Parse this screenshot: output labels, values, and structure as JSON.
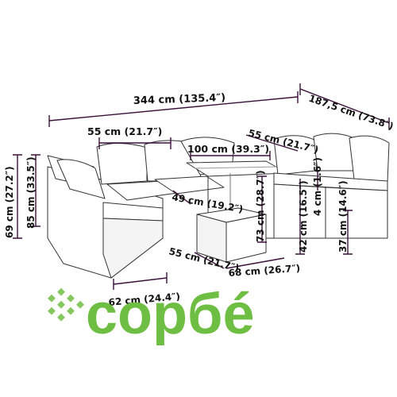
{
  "dimensions": {
    "total_width": "344 cm (135.4″)",
    "depth_right": "187,5 cm (73.8″)",
    "seat_width_left": "55 cm (21.7″)",
    "seat_width_right": "55 cm (21.7″)",
    "table_length": "100 cm (39.3″)",
    "table_width": "49 cm (19.2″)",
    "table_height": "73 cm (28.7″)",
    "armrest_thickness": "4 cm (1.6″)",
    "backrest_height": "69 cm (27.2″)",
    "total_height": "85 cm (33.5″)",
    "seat_height_a": "42 cm (16.5″)",
    "seat_height_b": "37 cm (14.6″)",
    "stool_width": "55 cm (21.7″)",
    "stool_depth": "68 cm (26.7″)",
    "chaise_depth": "62 cm (24.4″)"
  },
  "logo": {
    "text": "copбé",
    "color": "#6fbe44"
  }
}
